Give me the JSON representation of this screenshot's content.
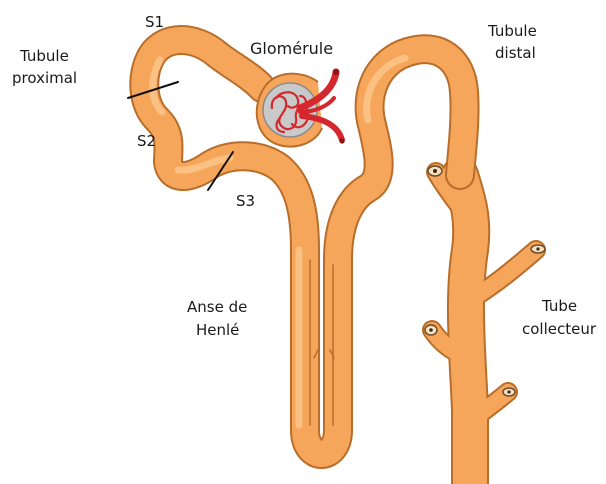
{
  "labels": {
    "tubule_proximal": [
      "Tubule",
      "proximal"
    ],
    "s1": "S1",
    "s2": "S2",
    "s3": "S3",
    "glomerule": "Glomérule",
    "tubule_distal": [
      "Tubule",
      "distal"
    ],
    "anse_de_henle": [
      "Anse de",
      "Henlé"
    ],
    "tube_collecteur": [
      "Tube",
      "collecteur"
    ]
  },
  "colors": {
    "tubule_fill": "#f5a65b",
    "tubule_highlight": "#fcc98f",
    "tubule_outline": "#b86d2a",
    "capsule_fill": "#c9c9c9",
    "vessel": "#d4282e",
    "vessel_dark": "#8f1218",
    "line": "#111111"
  }
}
